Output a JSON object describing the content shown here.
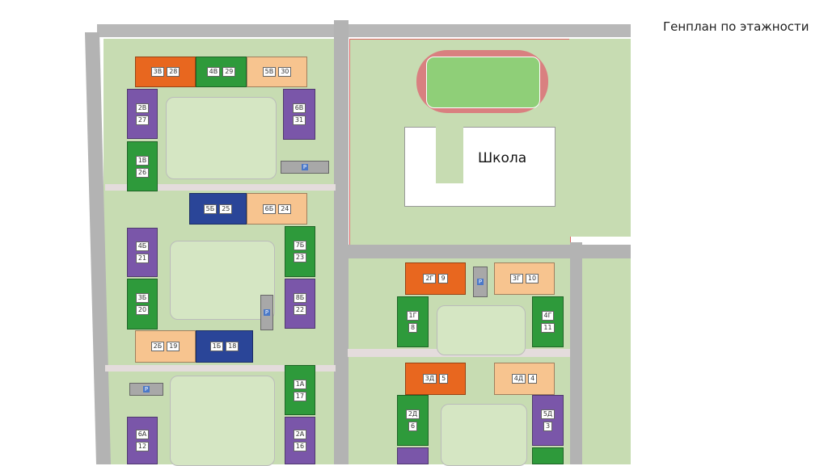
{
  "title": "Генплан по этажности",
  "school_label": "Школа",
  "parking_label": "P",
  "colors": {
    "orange": "#e8671f",
    "green": "#2e9a3b",
    "peach": "#f7c48f",
    "purple": "#7a56a9",
    "blue": "#2a4598"
  },
  "buildings": [
    {
      "label": "3В",
      "number": "28",
      "color": "orange"
    },
    {
      "label": "4В",
      "number": "29",
      "color": "green"
    },
    {
      "label": "5В",
      "number": "30",
      "color": "peach"
    },
    {
      "label": "2В",
      "number": "27",
      "color": "purple"
    },
    {
      "label": "1В",
      "number": "26",
      "color": "green"
    },
    {
      "label": "6В",
      "number": "31",
      "color": "purple"
    },
    {
      "label": "5Б",
      "number": "25",
      "color": "blue"
    },
    {
      "label": "6Б",
      "number": "24",
      "color": "peach"
    },
    {
      "label": "4Б",
      "number": "21",
      "color": "purple"
    },
    {
      "label": "3Б",
      "number": "20",
      "color": "green"
    },
    {
      "label": "7Б",
      "number": "23",
      "color": "green"
    },
    {
      "label": "8Б",
      "number": "22",
      "color": "purple"
    },
    {
      "label": "2Б",
      "number": "19",
      "color": "peach"
    },
    {
      "label": "1Б",
      "number": "18",
      "color": "blue"
    },
    {
      "label": "1А",
      "number": "17",
      "color": "green"
    },
    {
      "label": "2А",
      "number": "16",
      "color": "purple"
    },
    {
      "label": "6А",
      "number": "12",
      "color": "purple"
    },
    {
      "label": "2Г",
      "number": "9",
      "color": "orange"
    },
    {
      "label": "3Г",
      "number": "10",
      "color": "peach"
    },
    {
      "label": "1Г",
      "number": "8",
      "color": "green"
    },
    {
      "label": "4Г",
      "number": "11",
      "color": "green"
    },
    {
      "label": "3Д",
      "number": "5",
      "color": "orange"
    },
    {
      "label": "4Д",
      "number": "4",
      "color": "peach"
    },
    {
      "label": "2Д",
      "number": "6",
      "color": "green"
    },
    {
      "label": "5Д",
      "number": "3",
      "color": "purple"
    }
  ]
}
